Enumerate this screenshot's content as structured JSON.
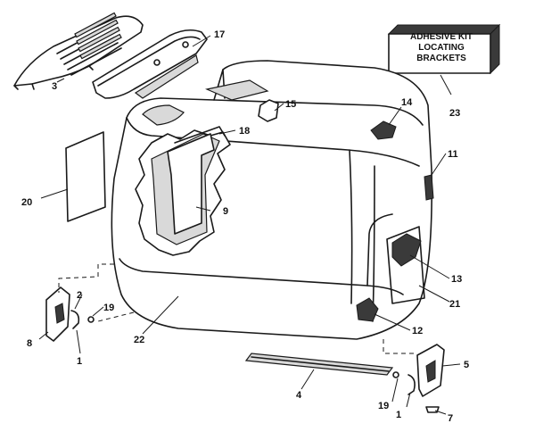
{
  "kit_box": {
    "line1": "ADHESIVE KIT",
    "line2": "LOCATING",
    "line3": "BRACKETS"
  },
  "callouts": {
    "c1a": "1",
    "c1b": "1",
    "c2": "2",
    "c3": "3",
    "c4": "4",
    "c5": "5",
    "c7": "7",
    "c8": "8",
    "c9": "9",
    "c11": "11",
    "c12": "12",
    "c13": "13",
    "c14": "14",
    "c15": "15",
    "c17": "17",
    "c18": "18",
    "c19a": "19",
    "c19b": "19",
    "c20": "20",
    "c21": "21",
    "c22": "22",
    "c23": "23"
  }
}
